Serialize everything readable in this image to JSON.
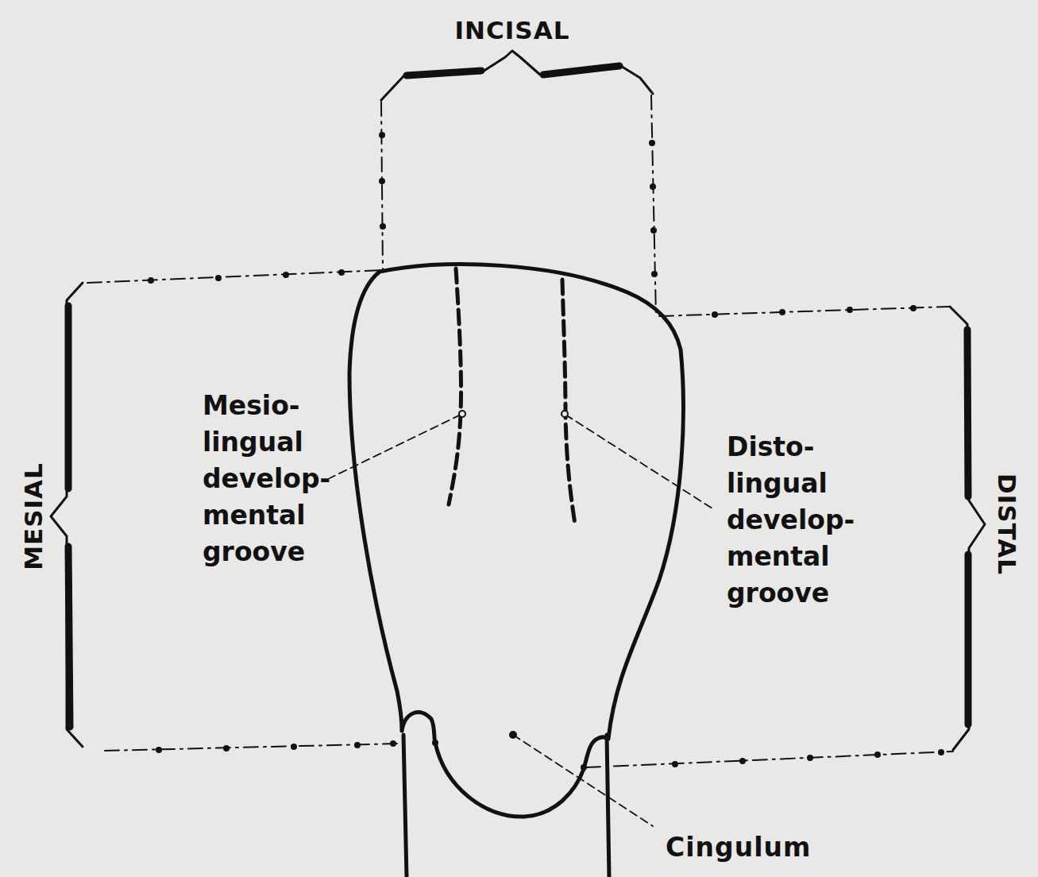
{
  "diagram": {
    "labels": [
      "INCISAL",
      "MESIAL",
      "DISTAL",
      "Mesio- lingual develop- mental groove",
      "Disto- lingual develop- mental groove",
      "Cingulum"
    ]
  }
}
